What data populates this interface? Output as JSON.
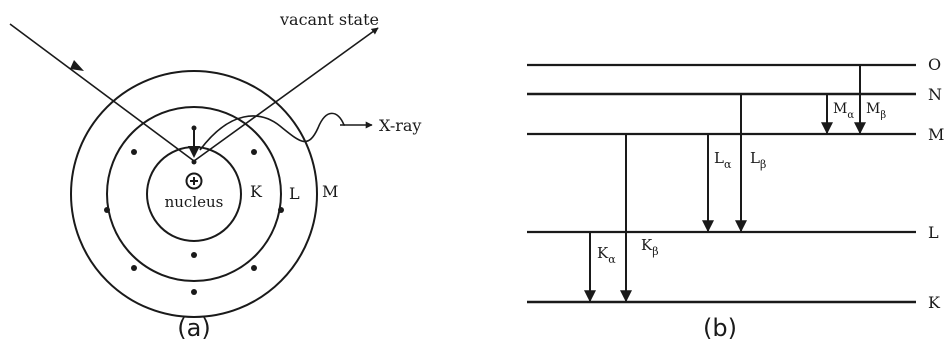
{
  "panel_a": {
    "caption": "(a)",
    "vacant_state_label": "vacant state",
    "xray_label": "X-ray",
    "nucleus_label": "nucleus",
    "shells": [
      "K",
      "L",
      "M"
    ]
  },
  "panel_b": {
    "caption": "(b)",
    "levels": [
      "O",
      "N",
      "M",
      "L",
      "K"
    ],
    "transitions": {
      "K_alpha": {
        "main": "K",
        "sub": "α"
      },
      "K_beta": {
        "main": "K",
        "sub": "β"
      },
      "L_alpha": {
        "main": "L",
        "sub": "α"
      },
      "L_beta": {
        "main": "L",
        "sub": "β"
      },
      "M_alpha": {
        "main": "M",
        "sub": "α"
      },
      "M_beta": {
        "main": "M",
        "sub": "β"
      }
    }
  }
}
